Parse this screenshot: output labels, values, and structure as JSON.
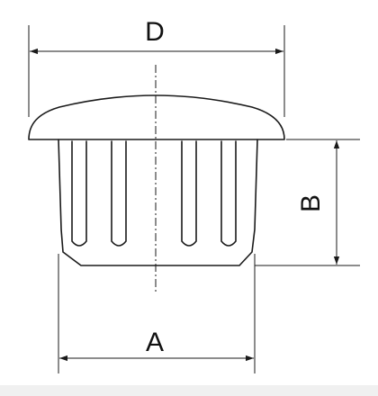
{
  "labels": {
    "dim_d": "D",
    "dim_b": "B",
    "dim_a": "A"
  },
  "colors": {
    "line": "#1a1a1a",
    "background": "#ffffff"
  }
}
